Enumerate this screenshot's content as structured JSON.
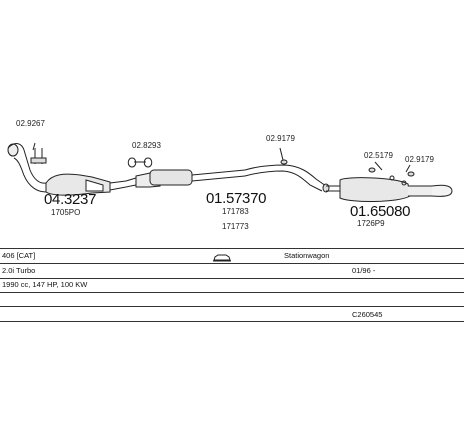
{
  "parts": {
    "p_clamp1": "02.9267",
    "p_catalyst": "04.3237",
    "p_catalyst_ref": "1705PO",
    "p_clamp2": "02.8293",
    "p_middle": "01.57370",
    "p_middle_ref1": "171783",
    "p_middle_ref2": "171773",
    "p_hanger1": "02.9179",
    "p_hanger2": "02.5179",
    "p_hanger3": "02.9179",
    "p_rear": "01.65080",
    "p_rear_ref": "1726P9"
  },
  "table": {
    "model": "406  [CAT]",
    "body": "Stationwagon",
    "engine": "2.0i Turbo",
    "date": "01/96 -",
    "spec": "1990 cc, 147 HP, 100 KW",
    "code": "C260545"
  },
  "icons": {
    "car": "car-icon"
  }
}
